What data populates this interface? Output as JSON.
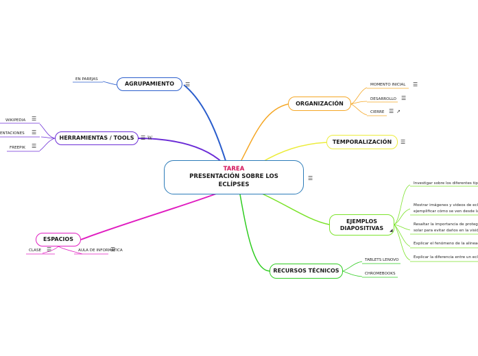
{
  "central": {
    "title": "TAREA",
    "subtitle": "PRESENTACIÓN SOBRE LOS ECLÍPSES"
  },
  "colors": {
    "central": "#2a7ab8",
    "title": "#d2145a",
    "agrupamiento": "#2a5dcc",
    "herramientas": "#6b2cd6",
    "espacios": "#e01cc0",
    "organizacion": "#f5a623",
    "temporalizacion": "#ecec3a",
    "ejemplos": "#7be32a",
    "recursos": "#2ecc1f"
  },
  "icons": {
    "notes": "notes-icon",
    "wikipedia": "wikipedia-icon",
    "expand": "expand-arrow-icon",
    "link": "external-link-icon"
  },
  "nodes": {
    "agrupamiento": "AGRUPAMIENTO",
    "herramientas": "HERRAMIENTAS / TOOLS",
    "espacios": "ESPACIOS",
    "organizacion": "ORGANIZACIÓN",
    "temporalizacion": "TEMPORALIZACIÓN",
    "ejemplos": "EJEMPLOS DIAPOSITIVAS",
    "recursos": "RECURSOS TÉCNICOS"
  },
  "leaves": {
    "en_parejas": "EN PAREJAS",
    "wikipedia": "WIKIPEDIA",
    "presentaciones": "ENTACIONES",
    "freepik": "FREEPIK",
    "clase": "CLASE",
    "aula": "AULA DE INFORMÁTICA",
    "momento_inicial": "MOMENTO INICIAL",
    "desarrollo": "DESARROLLO",
    "cierre": "CIERRE",
    "tablets": "TABLETS LENOVO",
    "chromebooks": "CHROMEBOOKS",
    "ej1": "Investigar sobre los diferentes tipos de eclipses",
    "ej2a": "Mostrar imágenes y videos de eclipses para",
    "ej2b": "ejemplificar cómo se ven desde la Tierra",
    "ej3a": "Resaltar la importancia de proteger la vista",
    "ej3b": "solar para evitar daños en la visión",
    "ej4": "Explicar el fenómeno de la alineación de los astros",
    "ej5": "Explicar la diferencia entre un eclipse solar y lunar"
  }
}
